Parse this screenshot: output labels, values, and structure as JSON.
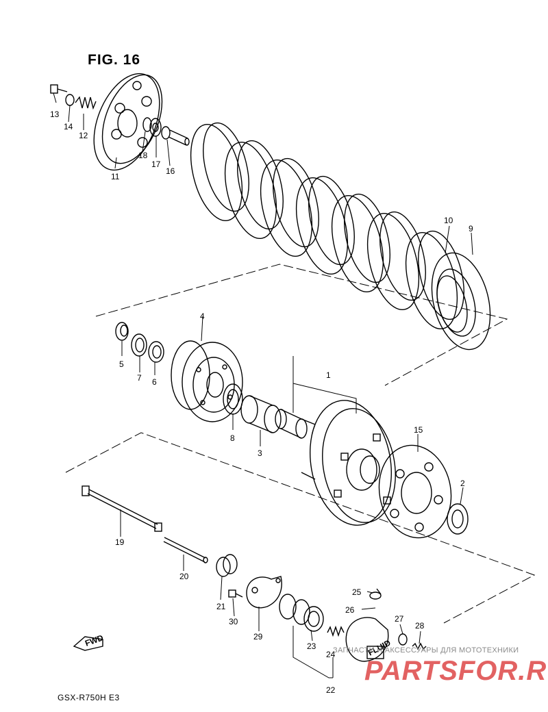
{
  "figure": {
    "title": "FIG. 16",
    "model_code": "GSX-R750H  E3"
  },
  "callouts": [
    {
      "number": "1"
    },
    {
      "number": "2"
    },
    {
      "number": "3"
    },
    {
      "number": "4"
    },
    {
      "number": "5"
    },
    {
      "number": "6"
    },
    {
      "number": "7"
    },
    {
      "number": "8"
    },
    {
      "number": "9"
    },
    {
      "number": "10"
    },
    {
      "number": "11"
    },
    {
      "number": "12"
    },
    {
      "number": "13"
    },
    {
      "number": "14"
    },
    {
      "number": "15"
    },
    {
      "number": "16"
    },
    {
      "number": "17"
    },
    {
      "number": "18"
    },
    {
      "number": "19"
    },
    {
      "number": "20"
    },
    {
      "number": "21"
    },
    {
      "number": "22"
    },
    {
      "number": "23"
    },
    {
      "number": "24"
    },
    {
      "number": "25"
    },
    {
      "number": "26"
    },
    {
      "number": "27"
    },
    {
      "number": "28"
    },
    {
      "number": "29"
    },
    {
      "number": "30"
    }
  ],
  "direction_arrow": {
    "label": "FWD",
    "icon": "fwd-arrow-icon"
  },
  "cylinder_label": "FLUID",
  "watermark": {
    "text": "ЗАПЧАСТИ И АКСЕССУАРЫ ДЛЯ МОТОТЕХНИКИ",
    "logo": "PARTSFOR.RU",
    "color": "#d72626"
  }
}
